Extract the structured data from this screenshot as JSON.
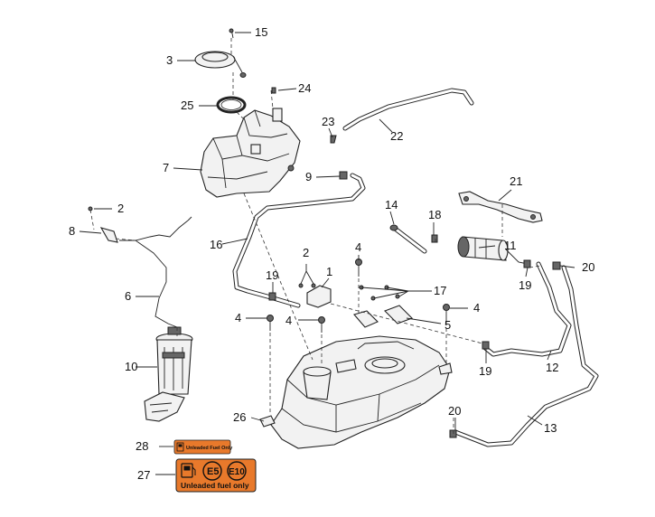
{
  "callouts": [
    "15",
    "3",
    "24",
    "25",
    "23",
    "22",
    "7",
    "9",
    "21",
    "2",
    "8",
    "14",
    "18",
    "11",
    "16",
    "2",
    "4",
    "1",
    "20",
    "19",
    "17",
    "19",
    "6",
    "4",
    "4",
    "4",
    "5",
    "10",
    "19",
    "12",
    "13",
    "26",
    "20",
    "28",
    "27"
  ],
  "labels": {
    "label_28_text": "Unleaded Fuel Only",
    "label_27_text": "Unleaded fuel only",
    "label_27_e5": "E5",
    "label_27_e10": "E10"
  },
  "colors": {
    "label_orange": "#e8792b"
  }
}
